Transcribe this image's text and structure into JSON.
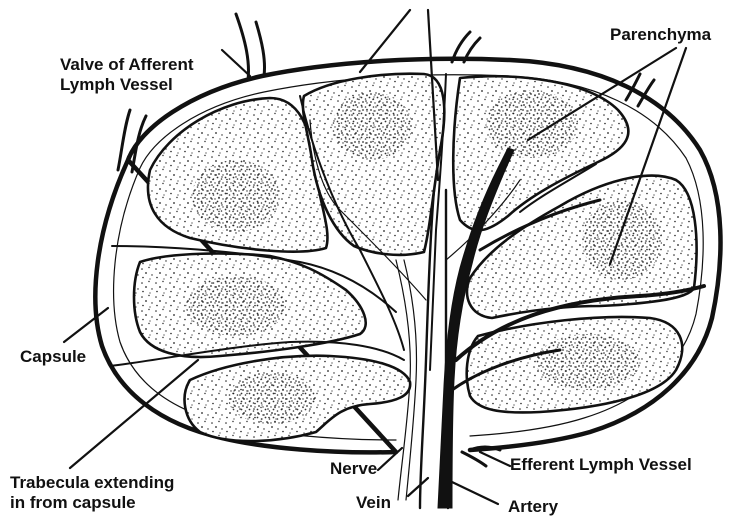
{
  "labels": {
    "afferent_valve": [
      "Valve of Afferent",
      "Lymph Vessel"
    ],
    "parenchyma": "Parenchyma",
    "capsule": "Capsule",
    "trabecula": [
      "Trabecula extending",
      "in from capsule"
    ],
    "nerve": "Nerve",
    "vein": "Vein",
    "artery": "Artery",
    "efferent": "Efferent Lymph Vessel"
  },
  "colors": {
    "ink": "#111111",
    "paper": "#ffffff"
  }
}
